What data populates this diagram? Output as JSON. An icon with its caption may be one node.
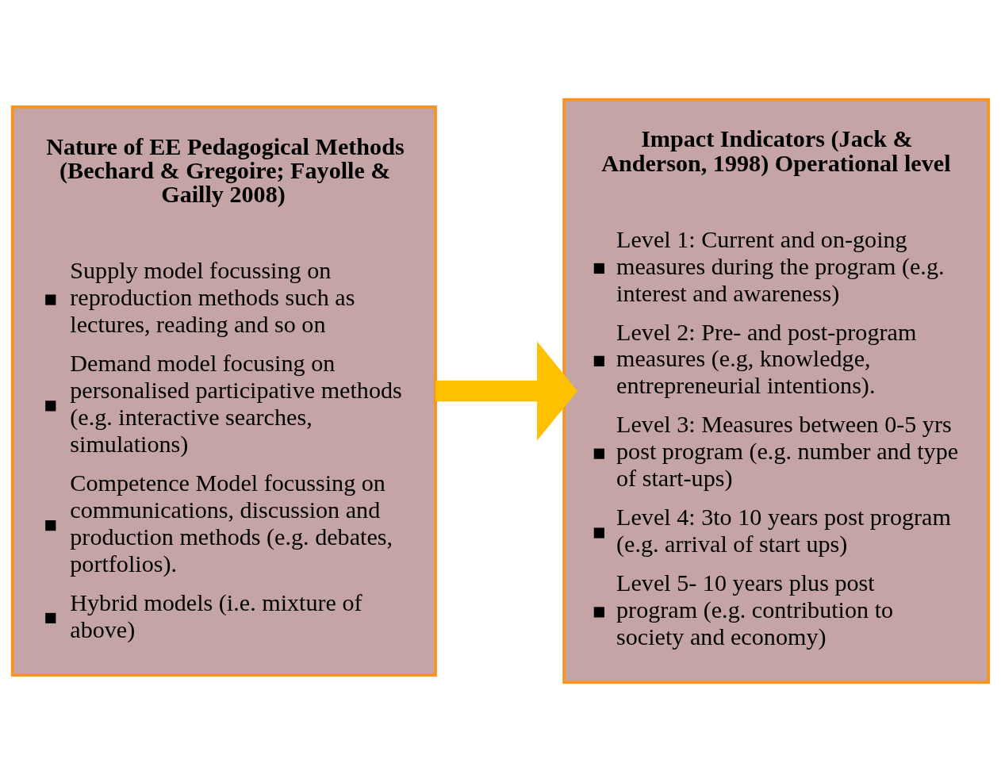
{
  "diagram": {
    "nodes": [
      {
        "text": [
          "Nature of EE Pedagogical Methods (Bechard & Gregoire; Fayolle & Gailly 2008)",
          "Supply model focussing on reproduction methods such as lectures, reading and so on",
          "Demand model focusing on personalised participative methods (e.g. interactive searches, simulations)",
          "Competence Model focussing on communications, discussion and production methods (e.g. debates, portfolios).",
          "Hybrid models (i.e. mixture of above)"
        ]
      },
      {
        "text": [
          "Impact Indicators (Jack & Anderson, 1998) Operational level",
          "Level 1: Current and on-going measures during the program (e.g. interest and awareness)",
          "Level 2: Pre- and post-program measures (e.g, knowledge, entrepreneurial intentions).",
          "Level 3: Measures between 0-5 yrs post program (e.g. number and type of start-ups)",
          "Level 4: 3to 10 years post program (e.g. arrival of start ups)",
          "Level 5- 10 years plus post program (e.g. contribution to society and economy)"
        ]
      }
    ],
    "edges": [
      {
        "from": 0,
        "to": 1,
        "arrow": "to",
        "color": "#ffc000"
      }
    ]
  }
}
